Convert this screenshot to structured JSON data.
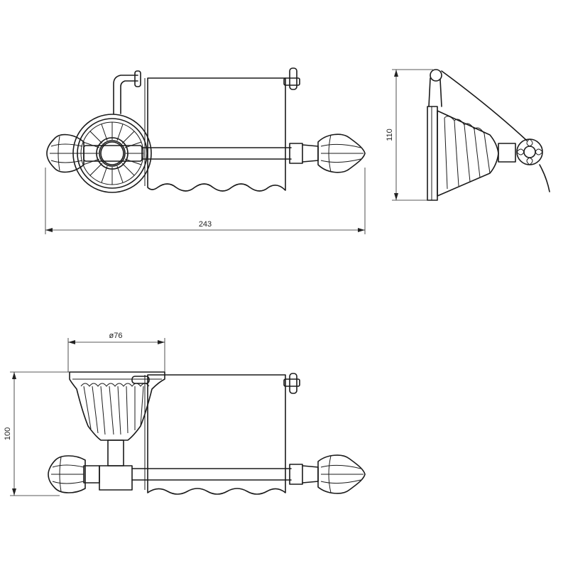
{
  "dimensions": {
    "width_front": "243",
    "height_side": "110",
    "diameter_top": "ø76",
    "height_bottom": "100"
  },
  "colors": {
    "line": "#1a1a1a",
    "background": "#ffffff"
  }
}
